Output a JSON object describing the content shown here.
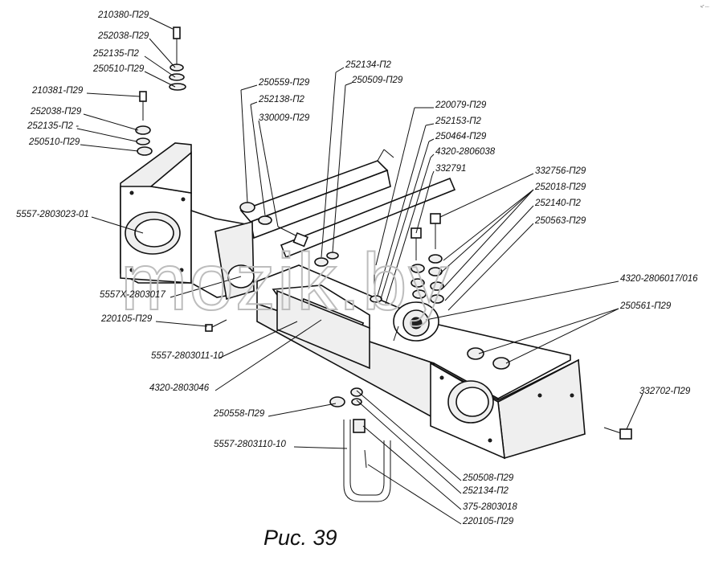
{
  "figure": {
    "caption": "Рис. 39",
    "watermark": "mozik.by",
    "corner_mark": "ч\" ---"
  },
  "parts": {
    "p210380": "210380-П29",
    "p252038_top": "252038-П29",
    "p252135_top": "252135-П2",
    "p250510_top": "250510-П29",
    "p210381": "210381-П29",
    "p252038_2": "252038-П29",
    "p252135_2": "252135-П2 -",
    "p250510_2": "250510-П29",
    "p250559": "250559-П29",
    "p252138": "252138-П2",
    "p330009": "330009-П29",
    "p252134_top": "252134-П2",
    "p250509": "250509-П29",
    "p220079": "220079-П29",
    "p252153": "252153-П2",
    "p250464": "250464-П29",
    "p4320_2806038": "4320-2806038",
    "p332791": "332791",
    "p332756": "332756-П29",
    "p252018": "252018-П29",
    "p252140": "252140-П2",
    "p250563": "250563-П29",
    "p5557_2803023": "5557-2803023-01",
    "p5557x_2803017": "5557Х-2803017",
    "p220105_left": "220105-П29",
    "p4320_2806017": "4320-2806017/016",
    "p250561": "250561-П29",
    "p5557_2803011": "5557-2803011-10",
    "p4320_2803046": "4320-2803046",
    "p332702": "332702-П29",
    "p250558": "250558-П29",
    "p5557_2803110": "5557-2803110-10",
    "p250508": "250508-П29",
    "p252134_bot": "252134-П2",
    "p375_2803018": "375-2803018",
    "p220105_bot": "220105-П29"
  }
}
